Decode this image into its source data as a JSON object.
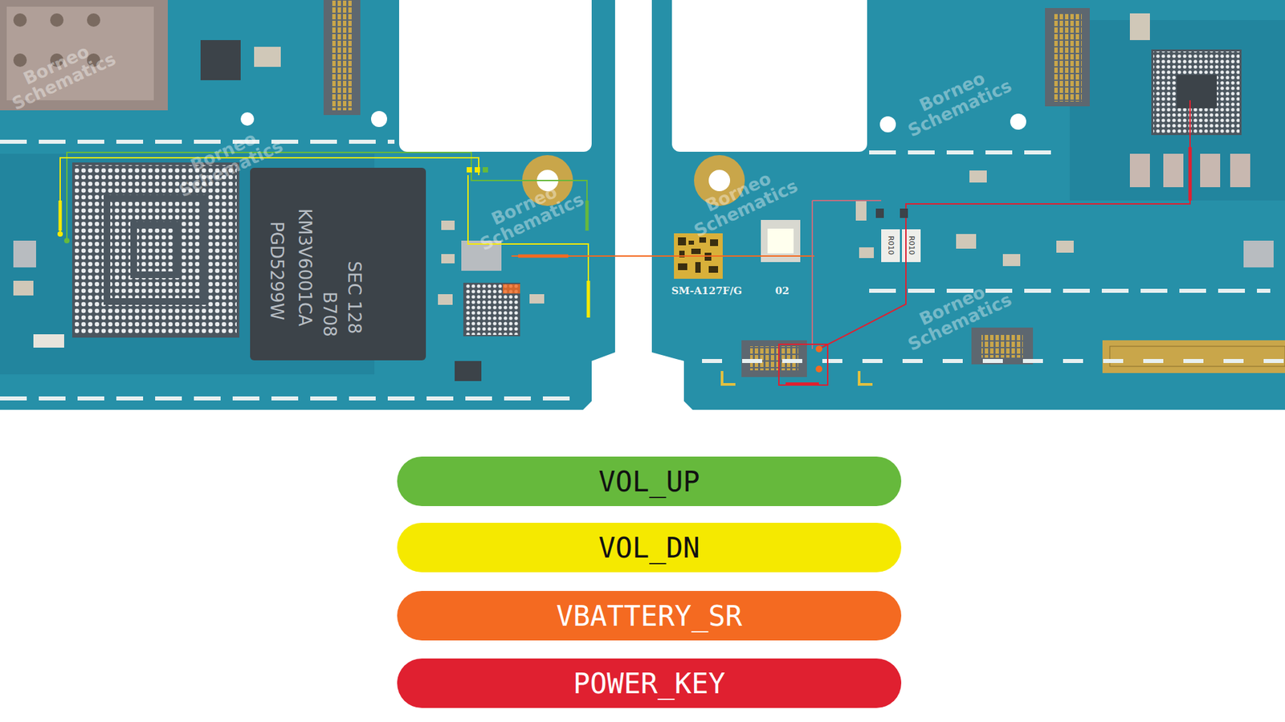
{
  "diagram": {
    "labels": [
      "SEC 128",
      "B708",
      "KM3V6001CA",
      "PGD5299W",
      "SM-A127F/G",
      "02",
      "R010",
      "R010",
      "Borneo Schematics",
      "Borneo Schematics",
      "Borneo Schematics",
      "Borneo Schematics",
      "Borneo Schematics",
      "Borneo Schematics"
    ],
    "legend": [
      {
        "text": "VOL_UP",
        "color": "#66b93c"
      },
      {
        "text": "VOL_DN",
        "color": "#f5e900"
      },
      {
        "text": "VBATTERY_SR",
        "color": "#f46a21"
      },
      {
        "text": "POWER_KEY",
        "color": "#e02030"
      }
    ]
  }
}
